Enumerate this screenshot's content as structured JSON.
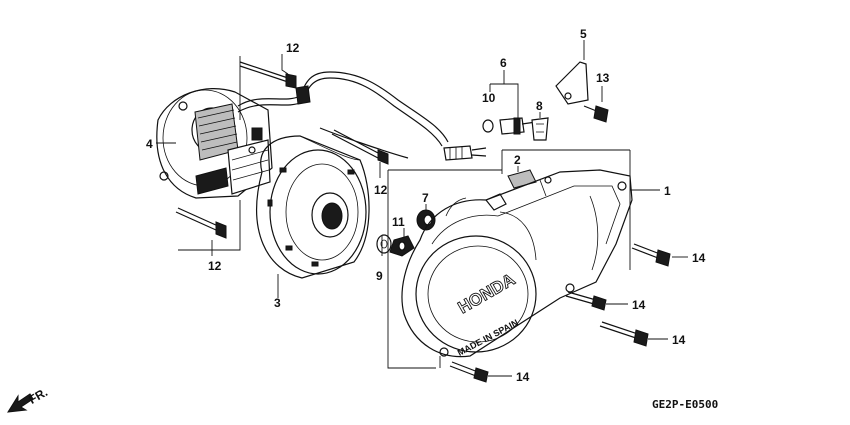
{
  "diagram_code": "GE2P-E0500",
  "direction_label": "FR.",
  "callouts": {
    "c1": "1",
    "c2": "2",
    "c3": "3",
    "c4": "4",
    "c5": "5",
    "c6": "6",
    "c7": "7",
    "c8": "8",
    "c9": "9",
    "c10": "10",
    "c11": "11",
    "c12a": "12",
    "c12b": "12",
    "c12c": "12",
    "c13": "13",
    "c14a": "14",
    "c14b": "14",
    "c14c": "14",
    "c14d": "14"
  },
  "cover_text": {
    "brand": "HONDA",
    "origin": "MADE IN SPAIN"
  }
}
